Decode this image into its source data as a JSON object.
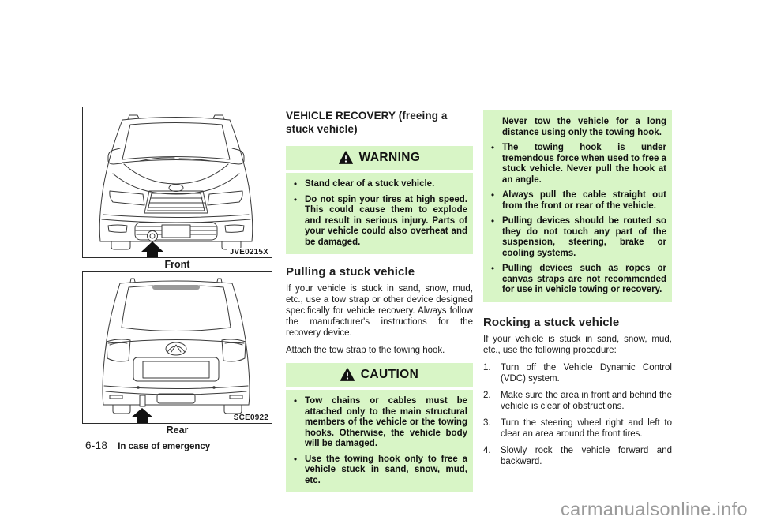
{
  "colors": {
    "callout_bg": "#d8f5c6",
    "body_text": "#1a1a1a",
    "watermark_gray": "#9a9a9a",
    "line_art": "#3a3a3a"
  },
  "left_column": {
    "figures": [
      {
        "caption": "Front",
        "code": "JVE0215X"
      },
      {
        "caption": "Rear",
        "code": "SCE0922"
      }
    ],
    "footer": {
      "page_number": "6-18",
      "section_title": "In case of emergency"
    }
  },
  "article": {
    "title": "VEHICLE RECOVERY (freeing a stuck vehicle)",
    "warning_box": {
      "label": "WARNING",
      "items": [
        "Stand clear of a stuck vehicle.",
        "Do not spin your tires at high speed. This could cause them to explode and result in serious injury. Parts of your vehicle could also overheat and be damaged."
      ]
    },
    "pulling_section": {
      "heading": "Pulling a stuck vehicle",
      "paragraphs": [
        "If your vehicle is stuck in sand, snow, mud, etc., use a tow strap or other device designed specifically for vehicle recovery. Always follow the manufacturer's instructions for the recovery device.",
        "Attach the tow strap to the towing hook."
      ]
    },
    "caution_box": {
      "label": "CAUTION",
      "items": [
        "Tow chains or cables must be attached only to the main structural members of the vehicle or the towing hooks. Otherwise, the vehicle body will be damaged.",
        "Use the towing hook only to free a vehicle stuck in sand, snow, mud, etc."
      ]
    },
    "caution_box_continued": {
      "continuation": "Never tow the vehicle for a long distance using only the towing hook.",
      "items": [
        "The towing hook is under tremendous force when used to free a stuck vehicle. Never pull the hook at an angle.",
        "Always pull the cable straight out from the front or rear of the vehicle.",
        "Pulling devices should be routed so they do not touch any part of the suspension, steering, brake or cooling systems.",
        "Pulling devices such as ropes or canvas straps are not recommended for use in vehicle towing or recovery."
      ]
    },
    "rocking_section": {
      "heading": "Rocking a stuck vehicle",
      "intro": "If your vehicle is stuck in sand, snow, mud, etc., use the following procedure:",
      "steps": [
        {
          "num": "1.",
          "text": "Turn off the Vehicle Dynamic Control (VDC) system."
        },
        {
          "num": "2.",
          "text": "Make sure the area in front and behind the vehicle is clear of obstructions."
        },
        {
          "num": "3.",
          "text": "Turn the steering wheel right and left to clear an area around the front tires."
        },
        {
          "num": "4.",
          "text": "Slowly rock the vehicle forward and backward."
        }
      ]
    }
  },
  "watermark": "carmanualsonline.info"
}
